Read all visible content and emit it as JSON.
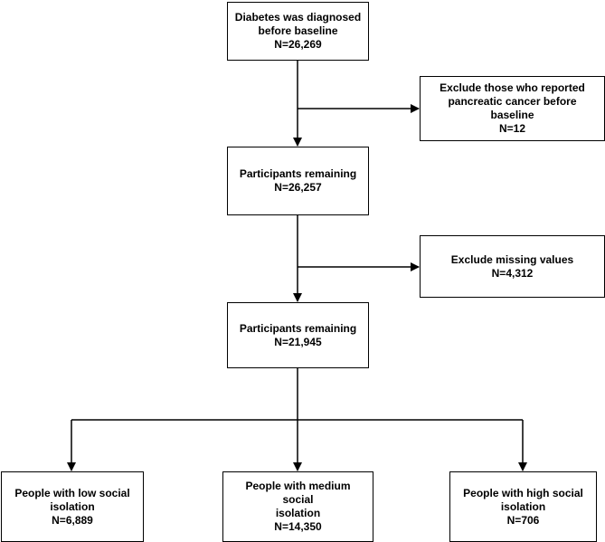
{
  "boxes": {
    "start": {
      "line1": "Diabetes was diagnosed",
      "line2": "before baseline",
      "count": "N=26,269"
    },
    "exclude_cancer": {
      "line1": "Exclude those who reported",
      "line2": "pancreatic cancer before baseline",
      "count": "N=12"
    },
    "remaining_1": {
      "line1": "Participants remaining",
      "count": "N=26,257"
    },
    "exclude_missing": {
      "line1": "Exclude missing values",
      "count": "N=4,312"
    },
    "remaining_2": {
      "line1": "Participants remaining",
      "count": "N=21,945"
    },
    "low": {
      "line1": "People with low social",
      "line2": "isolation",
      "count": "N=6,889"
    },
    "medium": {
      "line1": "People with medium social",
      "line2": "isolation",
      "count": "N=14,350"
    },
    "high": {
      "line1": "People with high social",
      "line2": "isolation",
      "count": "N=706"
    }
  },
  "colors": {
    "stroke": "#000000",
    "fill": "#ffffff"
  }
}
